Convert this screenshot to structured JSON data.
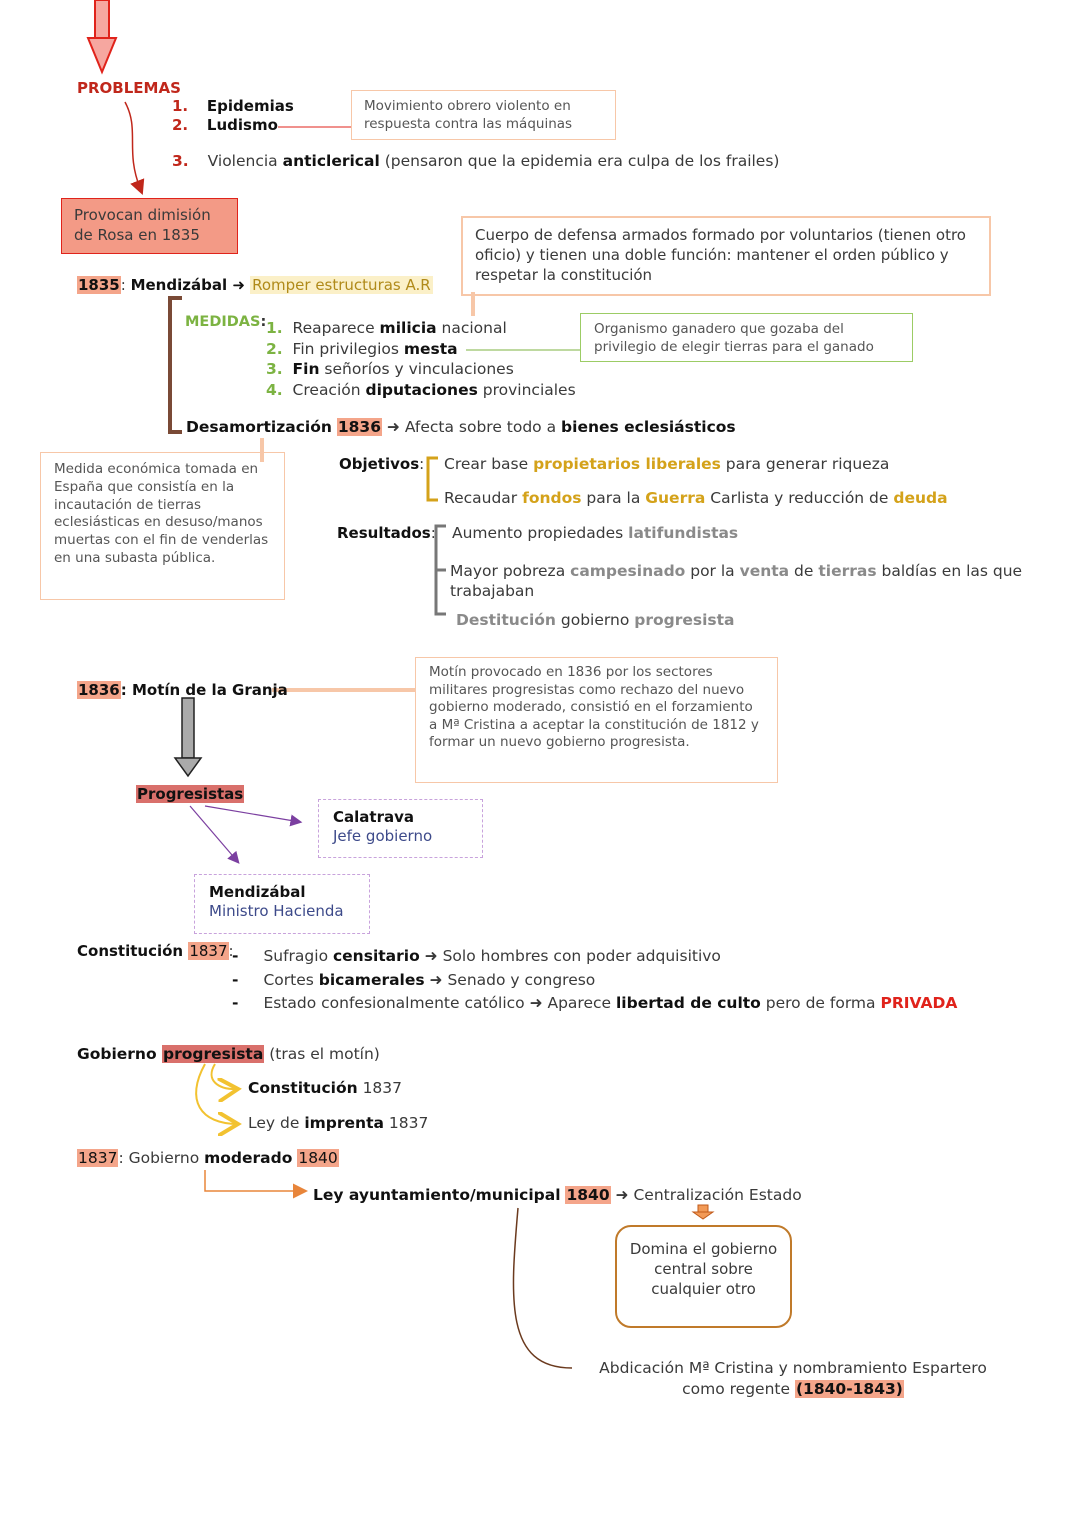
{
  "problems": {
    "title": "PROBLEMAS",
    "items": [
      {
        "num": "1.",
        "text": "Epidemias"
      },
      {
        "num": "2.",
        "text": "Ludismo"
      },
      {
        "num": "3.",
        "pre": "Violencia ",
        "bold": "anticlerical",
        "post": " (pensaron que la epidemia era culpa de los frailes)"
      }
    ],
    "ludismo_note": "Movimiento obrero violento en respuesta contra las máquinas",
    "result": "Provocan dimisión de Rosa en 1835"
  },
  "milicia_note": "Cuerpo de defensa armados formado por voluntarios (tienen otro oficio) y tienen una doble función: mantener el orden público y respetar la constitución",
  "mendizabal": {
    "year": "1835",
    "sep": ": ",
    "name": "Mendizábal",
    "arrow": " ➜ ",
    "goal": "Romper estructuras A.R",
    "medidas_label": "MEDIDAS",
    "medidas": [
      {
        "num": "1.",
        "pre": "Reaparece ",
        "bold": "milicia",
        "post": " nacional"
      },
      {
        "num": "2.",
        "pre": "Fin privilegios ",
        "bold": "mesta",
        "post": ""
      },
      {
        "num": "3.",
        "pre": "",
        "bold": "Fin",
        "post": " señoríos y vinculaciones"
      },
      {
        "num": "4.",
        "pre": "Creación ",
        "bold": "diputaciones",
        "post": " provinciales"
      }
    ],
    "mesta_note": "Organismo ganadero que gozaba del privilegio de elegir tierras para el ganado",
    "desam_label": "Desamortización",
    "desam_year": "1836",
    "desam_text": " ➜ Afecta sobre todo a ",
    "desam_bold": "bienes eclesiásticos",
    "desam_note": "Medida económica tomada en España que consistía en la incautación de tierras eclesiásticas en desuso/manos muertas con el fin de venderlas en una subasta pública.",
    "objetivos_label": "Objetivos",
    "objetivos": [
      {
        "t1": "Crear base ",
        "g1": "propietarios liberales",
        "t2": " para generar riqueza"
      },
      {
        "t1": "Recaudar ",
        "g1": "fondos",
        "t2": " para la ",
        "g2": "Guerra",
        "t3": " Carlista y reducción de ",
        "g3": "deuda"
      }
    ],
    "resultados_label": "Resultados",
    "resultados": [
      {
        "t1": "Aumento propiedades ",
        "g1": "latifundistas"
      },
      {
        "t1": "Mayor pobreza ",
        "g1": "campesinado",
        "t2": " por la ",
        "g2": "venta",
        "t3": " de ",
        "g3": "tierras",
        "t4": " baldías en las que trabajaban"
      },
      {
        "g1": "Destitución",
        "t2": " gobierno ",
        "g2": "progresista"
      }
    ]
  },
  "motin": {
    "year": "1836",
    "label": ": Motín de la Granja",
    "note": "Motín provocado en 1836 por los sectores militares progresistas como rechazo del nuevo gobierno moderado, consistió en el forzamiento a Mª Cristina a aceptar la constitución de 1812 y formar un nuevo gobierno progresista.",
    "progresistas": "Progresistas",
    "calatrava_name": "Calatrava",
    "calatrava_role": "Jefe gobierno",
    "mendizabal_name": "Mendizábal",
    "mendizabal_role": "Ministro Hacienda"
  },
  "constitucion": {
    "label": "Constitución ",
    "year": "1837",
    "items": [
      {
        "pre": "Sufragio ",
        "bold": "censitario",
        "post": " ➜ Solo hombres con poder adquisitivo"
      },
      {
        "pre": "Cortes ",
        "bold": "bicamerales",
        "post": " ➜ Senado y congreso"
      },
      {
        "pre": "Estado confesionalmente católico ➜ Aparece ",
        "bold": "libertad de culto",
        "post": " pero de forma ",
        "red": "PRIVADA"
      }
    ]
  },
  "gobierno": {
    "label": "Gobierno ",
    "hl": "progresista",
    "post": " (tras el motín)",
    "items": [
      {
        "bold": "Constitución",
        "post": " 1837"
      },
      {
        "pre": "Ley de ",
        "bold": "imprenta",
        "post": " 1837"
      }
    ]
  },
  "moderado": {
    "year1": "1837",
    "mid": ": Gobierno ",
    "bold": "moderado",
    "year2": "1840",
    "ley": "Ley ayuntamiento/municipal",
    "ley_year": "1840",
    "ley_post": " ➜ Centralización Estado",
    "box": "Domina el gobierno central sobre cualquier otro",
    "abdicacion": "Abdicación Mª Cristina y nombramiento Espartero como regente ",
    "abdicacion_years": "(1840-1843)"
  },
  "colors": {
    "red": "#c0271b",
    "salmon": "#f4a58a",
    "green": "#7cb342",
    "gold": "#d4a21a",
    "purple": "#7b3fa0",
    "brown": "#7a4a36",
    "orange": "#e8853a"
  }
}
